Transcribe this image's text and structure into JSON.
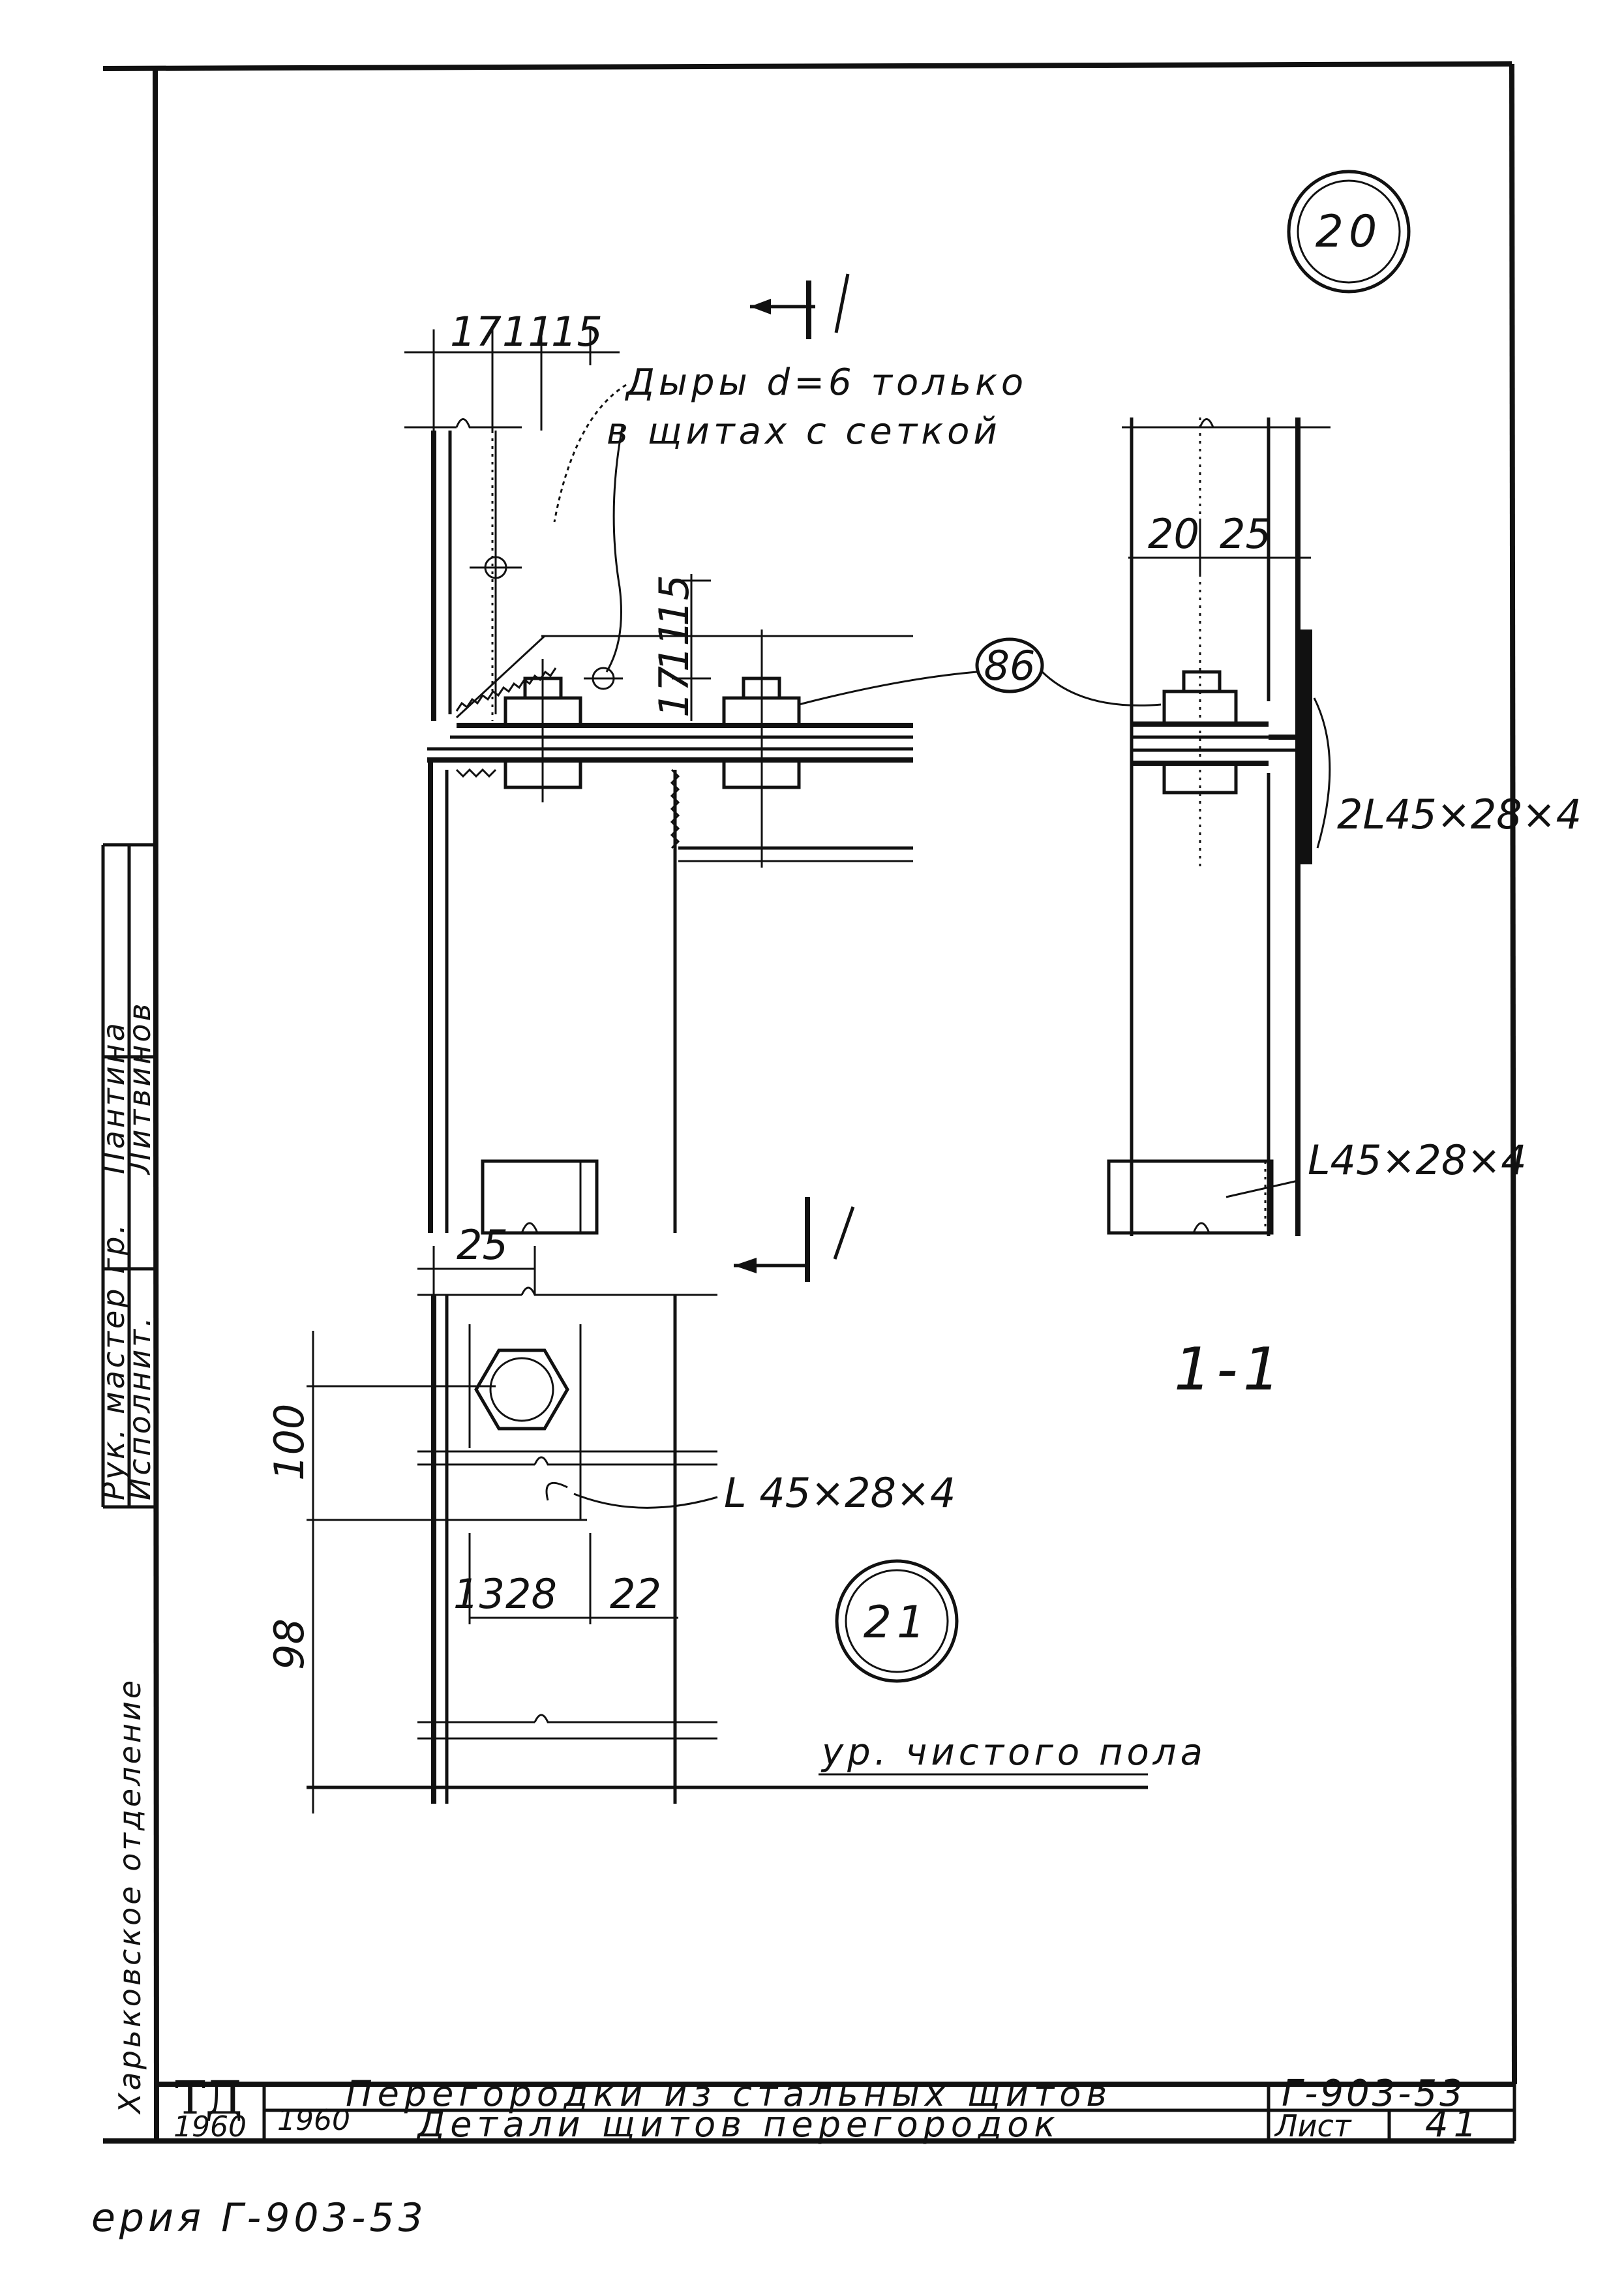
{
  "callouts": {
    "c20": "20",
    "c21": "21",
    "c86": "86"
  },
  "section_mark": {
    "label": "1",
    "view_label": "1-1"
  },
  "dims_top": [
    "17",
    "11",
    "15"
  ],
  "dims_vert_top": [
    "15",
    "11",
    "17"
  ],
  "dims_right": [
    "20",
    "25"
  ],
  "dims_bottom": {
    "width": "25",
    "h1": "100",
    "h2": "98",
    "sub": [
      "13",
      "28",
      "22"
    ]
  },
  "notes": {
    "holes_line1": "Дыры d=6 только",
    "holes_line2": "в щитах с сеткой",
    "angle_double": "2L45×28×4",
    "angle_right": "L45×28×4",
    "angle_bottom": "L 45×28×4",
    "floor_level": "ур. чистого пола"
  },
  "title_block": {
    "logo": "ТД",
    "logo_year": "1960",
    "title_line1": "Перегородки из стальных щитов",
    "title_line2_year": "1960",
    "title_line2": "Детали щитов перегородок",
    "series_code": "Г-903-53",
    "sheet_label": "Лист",
    "sheet_number": "41"
  },
  "side_stamp": {
    "org": "Харьковское отделение",
    "role1": "Рук. мастер гр.",
    "name1": "Пантина",
    "role2": "Исполнит.",
    "name2": "Литвинов"
  },
  "footer": {
    "text": "ерия Г-903-53"
  }
}
